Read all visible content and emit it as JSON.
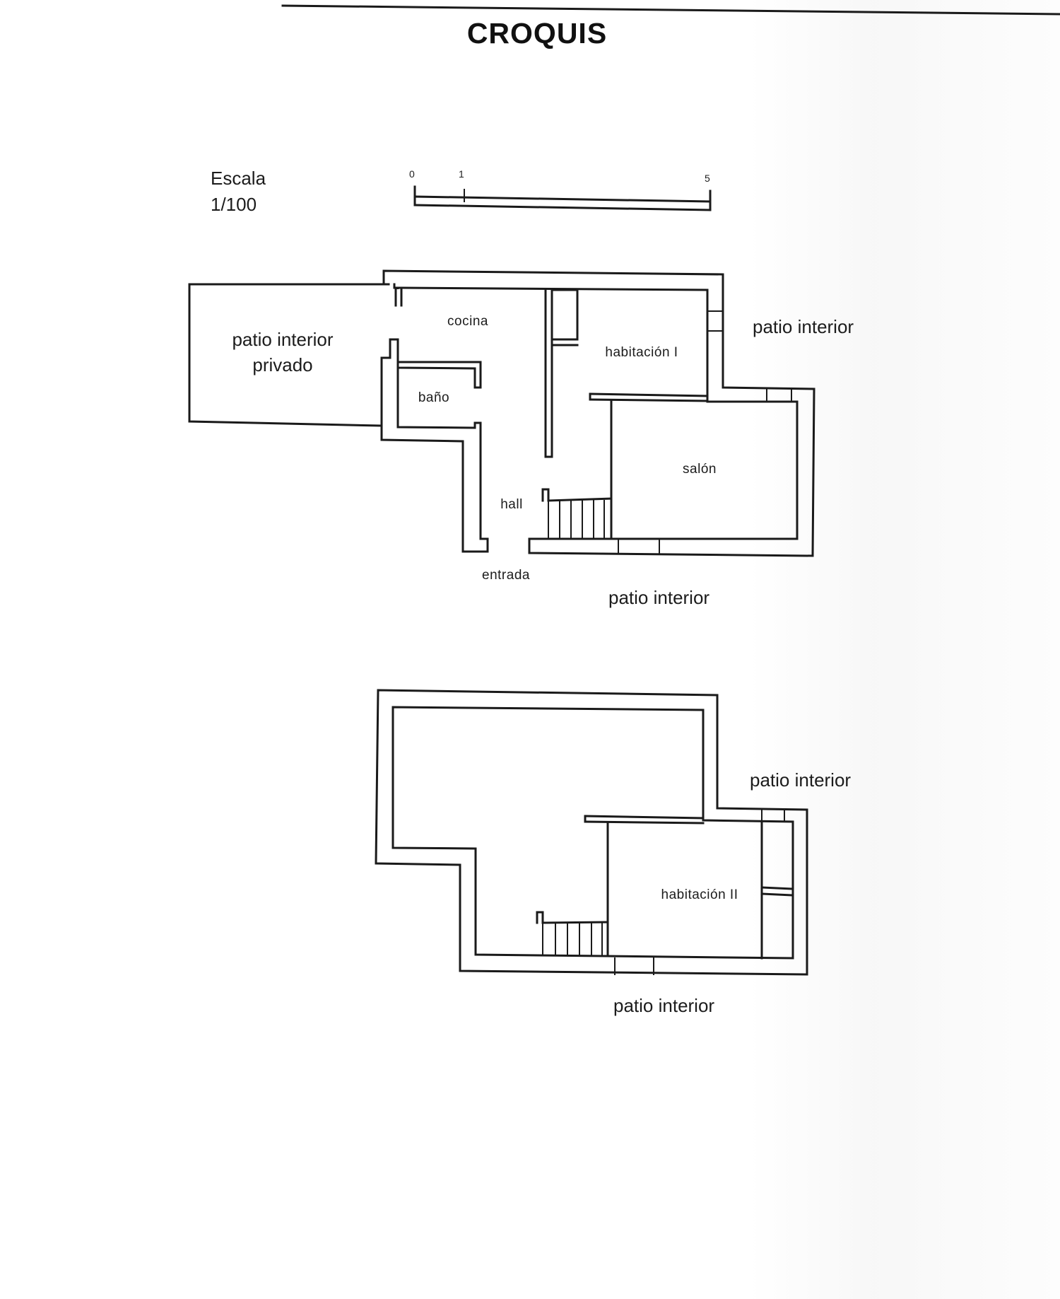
{
  "title": "CROQUIS",
  "scale": {
    "label": "Escala",
    "ratio": "1/100",
    "ticks": [
      "0",
      "1",
      "5"
    ]
  },
  "ground_floor": {
    "rooms": {
      "private_patio_line1": "patio interior",
      "private_patio_line2": "privado",
      "kitchen": "cocina",
      "bathroom": "baño",
      "bedroom": "habitación I",
      "living_room": "salón",
      "hall": "hall",
      "entrance": "entrada"
    },
    "surroundings": {
      "patio_right": "patio interior",
      "patio_bottom": "patio interior"
    }
  },
  "upper_floor": {
    "rooms": {
      "bedroom": "habitación II"
    },
    "surroundings": {
      "patio_right": "patio interior",
      "patio_bottom": "patio interior"
    }
  },
  "colors": {
    "ink": "#1a1a1a",
    "paper": "#ffffff"
  }
}
